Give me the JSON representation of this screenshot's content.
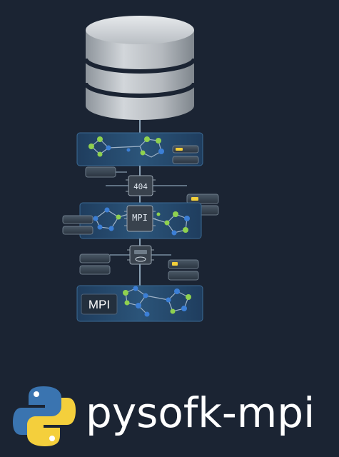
{
  "product": {
    "name": "pysofk-mpi",
    "logo_icon": "python-logo-icon"
  },
  "diagram": {
    "top_chip_label": "404",
    "middle_chip_label": "MPI",
    "bottom_badge_label": "MPI",
    "database_icon": "database-cylinder-icon",
    "colors": {
      "background": "#1b2433",
      "panel": "#264a6b",
      "node_green": "#8fd14f",
      "node_blue": "#3c7fd6",
      "accent_yellow": "#f2cf3a"
    }
  }
}
